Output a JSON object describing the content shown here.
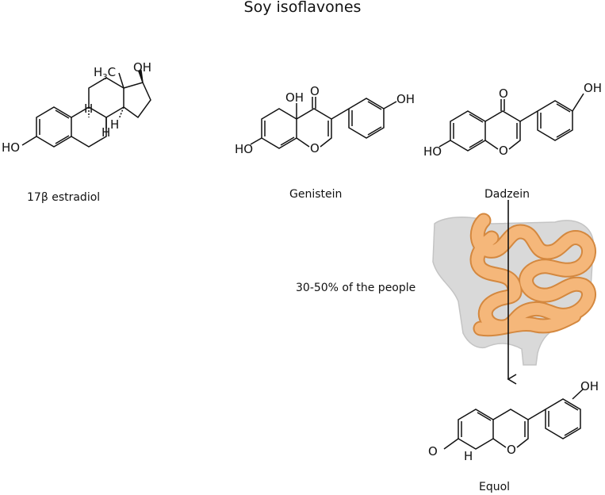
{
  "title": "Soy isoflavones",
  "compounds": {
    "estradiol": {
      "name": "17β estradiol",
      "atoms": {
        "ch3_main": "H",
        "ch3_sub": "3",
        "ch3_c": "C",
        "oh_top": "OH",
        "h1": "H",
        "h2": "H",
        "h3": "H",
        "ho": "HO"
      }
    },
    "genistein": {
      "name": "Genistein",
      "atoms": {
        "oh5": "OH",
        "o4": "O",
        "oh4p": "OH",
        "ho7": "HO",
        "o1": "O"
      }
    },
    "daidzein": {
      "name": "Dadzein",
      "atoms": {
        "o4": "O",
        "oh4p": "OH",
        "ho7": "HO",
        "o1": "O"
      }
    },
    "equol": {
      "name": "Equol",
      "atoms": {
        "oh4p": "OH",
        "o7": "O",
        "h8": "H",
        "o1": "O"
      }
    }
  },
  "conversion_note": "30-50% of the people",
  "colors": {
    "intestine_orange": "#f5b77a",
    "intestine_outline": "#d4883f",
    "colon_gray": "#d9d9d9"
  }
}
